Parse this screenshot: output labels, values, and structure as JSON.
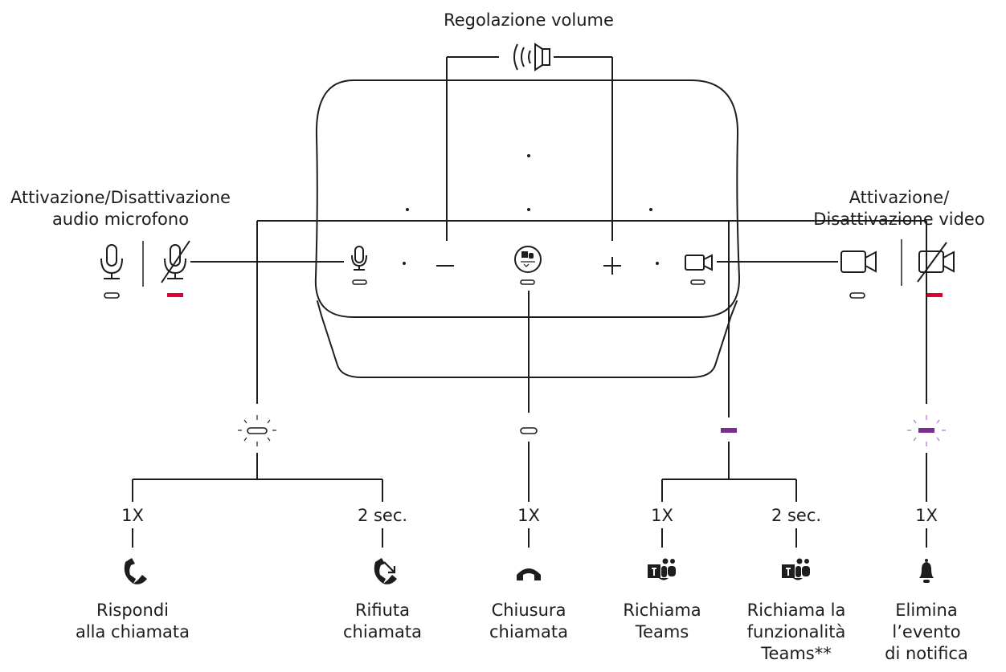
{
  "title": "Regolazione volume",
  "mic_label": [
    "Attivazione/Disattivazione",
    "audio microfono"
  ],
  "video_label": [
    "Attivazione/",
    "Disattivazione video"
  ],
  "colors": {
    "line": "#1d1d1d",
    "red": "#e3002d",
    "purple": "#7b2d90",
    "purple_light": "#b06cd6"
  },
  "indicators": {
    "white_blinking": "white-blinking-led",
    "white_solid": "white-solid-led",
    "purple_solid": "purple-solid-led",
    "purple_blinking": "purple-blinking-led"
  },
  "actions": [
    {
      "count": "1X",
      "icon": "phone-answer-icon",
      "label": [
        "Rispondi",
        "alla chiamata"
      ]
    },
    {
      "count": "2 sec.",
      "icon": "phone-reject-icon",
      "label": [
        "Rifiuta",
        "chiamata"
      ]
    },
    {
      "count": "1X",
      "icon": "phone-hangup-icon",
      "label": [
        "Chiusura",
        "chiamata"
      ]
    },
    {
      "count": "1X",
      "icon": "teams-icon",
      "label": [
        "Richiama",
        "Teams"
      ]
    },
    {
      "count": "2 sec.",
      "icon": "teams-icon",
      "label": [
        "Richiama la",
        "funzionalità",
        "Teams**"
      ]
    },
    {
      "count": "1X",
      "icon": "bell-icon",
      "label": [
        "Elimina",
        "l’evento",
        "di notifica"
      ]
    }
  ]
}
